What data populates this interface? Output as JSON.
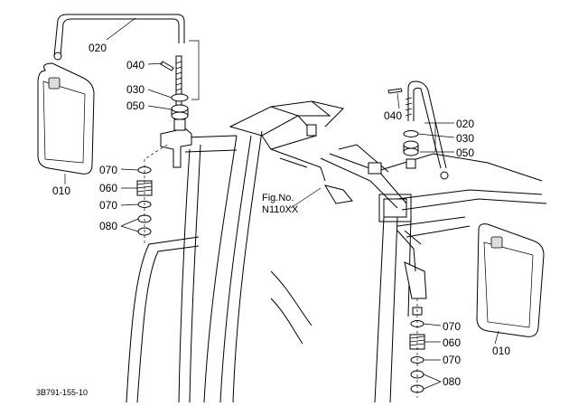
{
  "drawing_code": "3B791-155-10",
  "fig_no_line1": "Fig.No.",
  "fig_no_line2": "N110XX",
  "left_callouts": {
    "p020": "020",
    "p040": "040",
    "p030": "030",
    "p050": "050",
    "p010": "010",
    "p070a": "070",
    "p060": "060",
    "p070b": "070",
    "p080": "080"
  },
  "right_callouts": {
    "p040": "040",
    "p020": "020",
    "p030": "030",
    "p050": "050",
    "p070a": "070",
    "p060": "060",
    "p070b": "070",
    "p080": "080",
    "p010": "010"
  }
}
